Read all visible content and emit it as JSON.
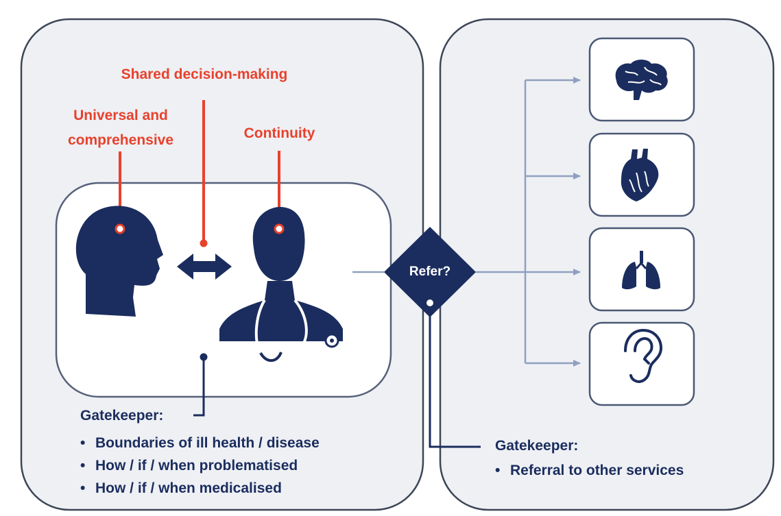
{
  "labels": {
    "shared_decision_making": "Shared decision-making",
    "universal_line1": "Universal and",
    "universal_line2": "comprehensive",
    "continuity": "Continuity",
    "refer": "Refer?"
  },
  "gatekeeper_left": {
    "title": "Gatekeeper:",
    "items": [
      "Boundaries of ill health / disease",
      "How / if / when problematised",
      "How / if / when medicalised"
    ]
  },
  "gatekeeper_right": {
    "title": "Gatekeeper:",
    "items": [
      "Referral to other services"
    ]
  },
  "specialty_icons": [
    "brain-icon",
    "heart-icon",
    "lungs-icon",
    "ear-icon"
  ],
  "colors": {
    "navy": "#1b2d5e",
    "red": "#e8412c",
    "panel_border": "#3d4656",
    "panel_fill": "#eef0f4",
    "line": "#8fa0bf"
  }
}
